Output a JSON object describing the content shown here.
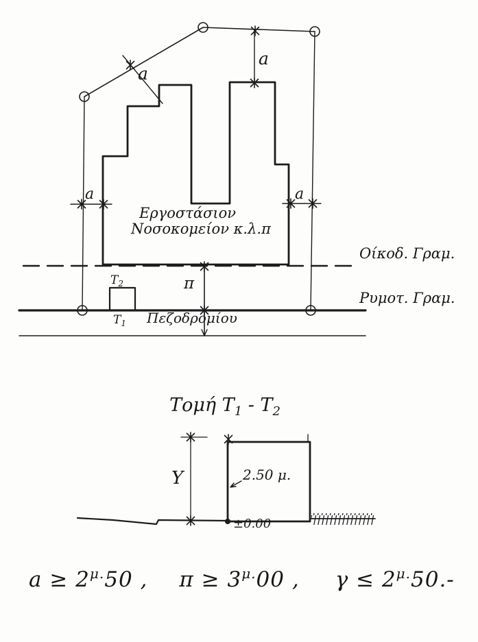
{
  "meta": {
    "paper_color": "#fdfdfc",
    "ink_color": "#1c1c1c"
  },
  "plan": {
    "dim_a": "a",
    "dim_pi": "π",
    "building_label": [
      "Εργοστάσιον",
      "Νοσοκομείον κ.λ.π"
    ],
    "building_line_label": "Οίκοδ. Γραμ.",
    "street_line_label": "Ρυμοτ. Γραμ.",
    "sidewalk_label": "Πεζοδρομίου",
    "t2": {
      "base": "Τ",
      "sub": "2"
    },
    "t1": {
      "base": "Τ",
      "sub": "1"
    }
  },
  "section": {
    "title": {
      "pre": "Τομή  Τ",
      "sub1": "1",
      "mid": " - Τ",
      "sub2": "2"
    },
    "dim_y": "Y",
    "height_label": "2.50 μ.",
    "level_label": "±0.00"
  },
  "formula": {
    "g1_pre": "a ≥ 2",
    "g1_sup": "μ.",
    "g1_post": "50 ,",
    "g2_pre": "π ≥ 3",
    "g2_sup": "μ.",
    "g2_post": "00 ,",
    "g3_pre": "γ ≤ 2",
    "g3_sup": "μ.",
    "g3_post": "50.-"
  }
}
